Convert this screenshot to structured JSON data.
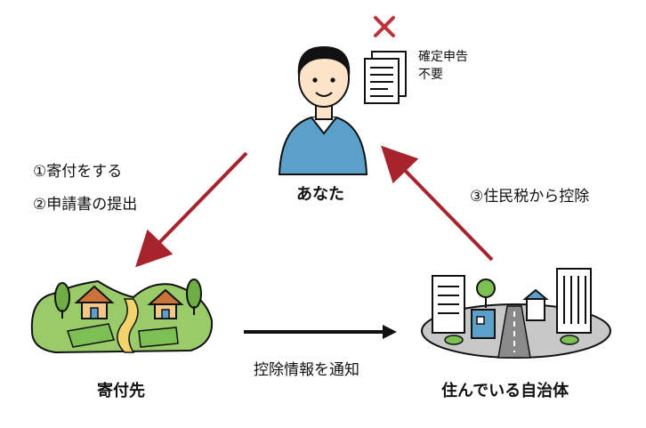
{
  "you": {
    "label": "あなた",
    "note_line1": "確定申告",
    "note_line2": "不要"
  },
  "donation_destination": {
    "label": "寄付先"
  },
  "municipality": {
    "label": "住んでいる自治体"
  },
  "steps": {
    "step1": "①寄付をする",
    "step2": "②申請書の提出",
    "step3": "③住民税から控除",
    "notify": "控除情報を通知"
  },
  "colors": {
    "arrow_red": "#a8242c",
    "arrow_black": "#111111",
    "shirt_blue": "#5aa0c8",
    "skin": "#fde3c8",
    "land_green": "#9acb6a",
    "city_gray": "#c8c8c8"
  },
  "icons": {
    "person": "person-icon",
    "document": "document-icon",
    "cross": "cross-icon",
    "village": "village-icon",
    "city": "city-icon"
  }
}
